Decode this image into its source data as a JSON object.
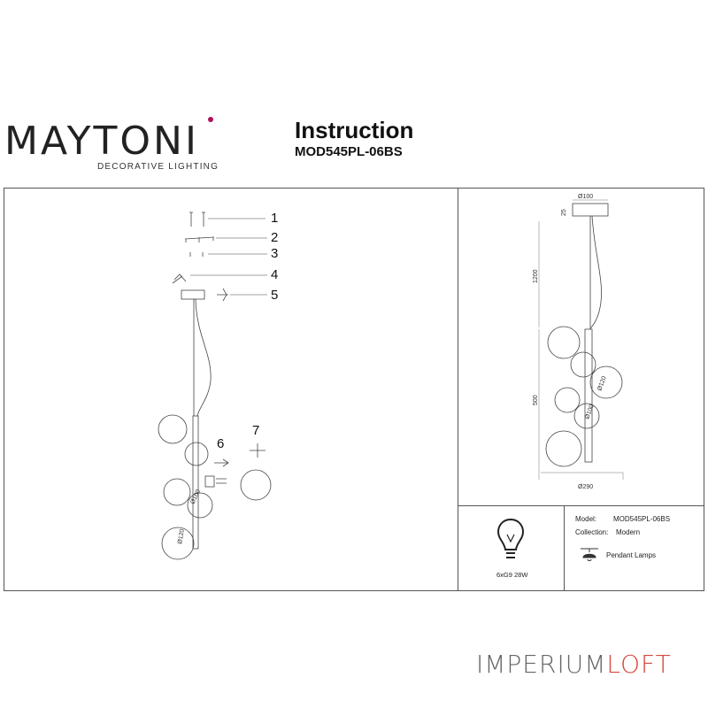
{
  "header": {
    "brand": "MAYTONI",
    "tagline": "DECORATIVE LIGHTING",
    "title": "Instruction",
    "model_code": "MOD545PL-06BS"
  },
  "callouts": [
    "1",
    "2",
    "3",
    "4",
    "5",
    "6",
    "7"
  ],
  "dimensions": {
    "canopy": "Ø100",
    "canopy_height": "25",
    "cable_length": "1200",
    "body_height": "500",
    "glass_a": "Ø120",
    "glass_b": "Ø100",
    "width": "Ø290"
  },
  "assembly_labels": {
    "glass_a": "Ø100",
    "glass_b": "Ø120"
  },
  "bulb": {
    "caption": "6xG9 28W"
  },
  "spec": {
    "model_label": "Model:",
    "model_value": "MOD545PL-06BS",
    "collection_label": "Collection:",
    "collection_value": "Modern",
    "category": "Pendant Lamps"
  },
  "watermark": {
    "part1": "IMPERIUM",
    "part2": "LOFT"
  },
  "colors": {
    "brand_dot": "#b0125a",
    "watermark_accent": "#d4473f",
    "line": "#555555"
  }
}
